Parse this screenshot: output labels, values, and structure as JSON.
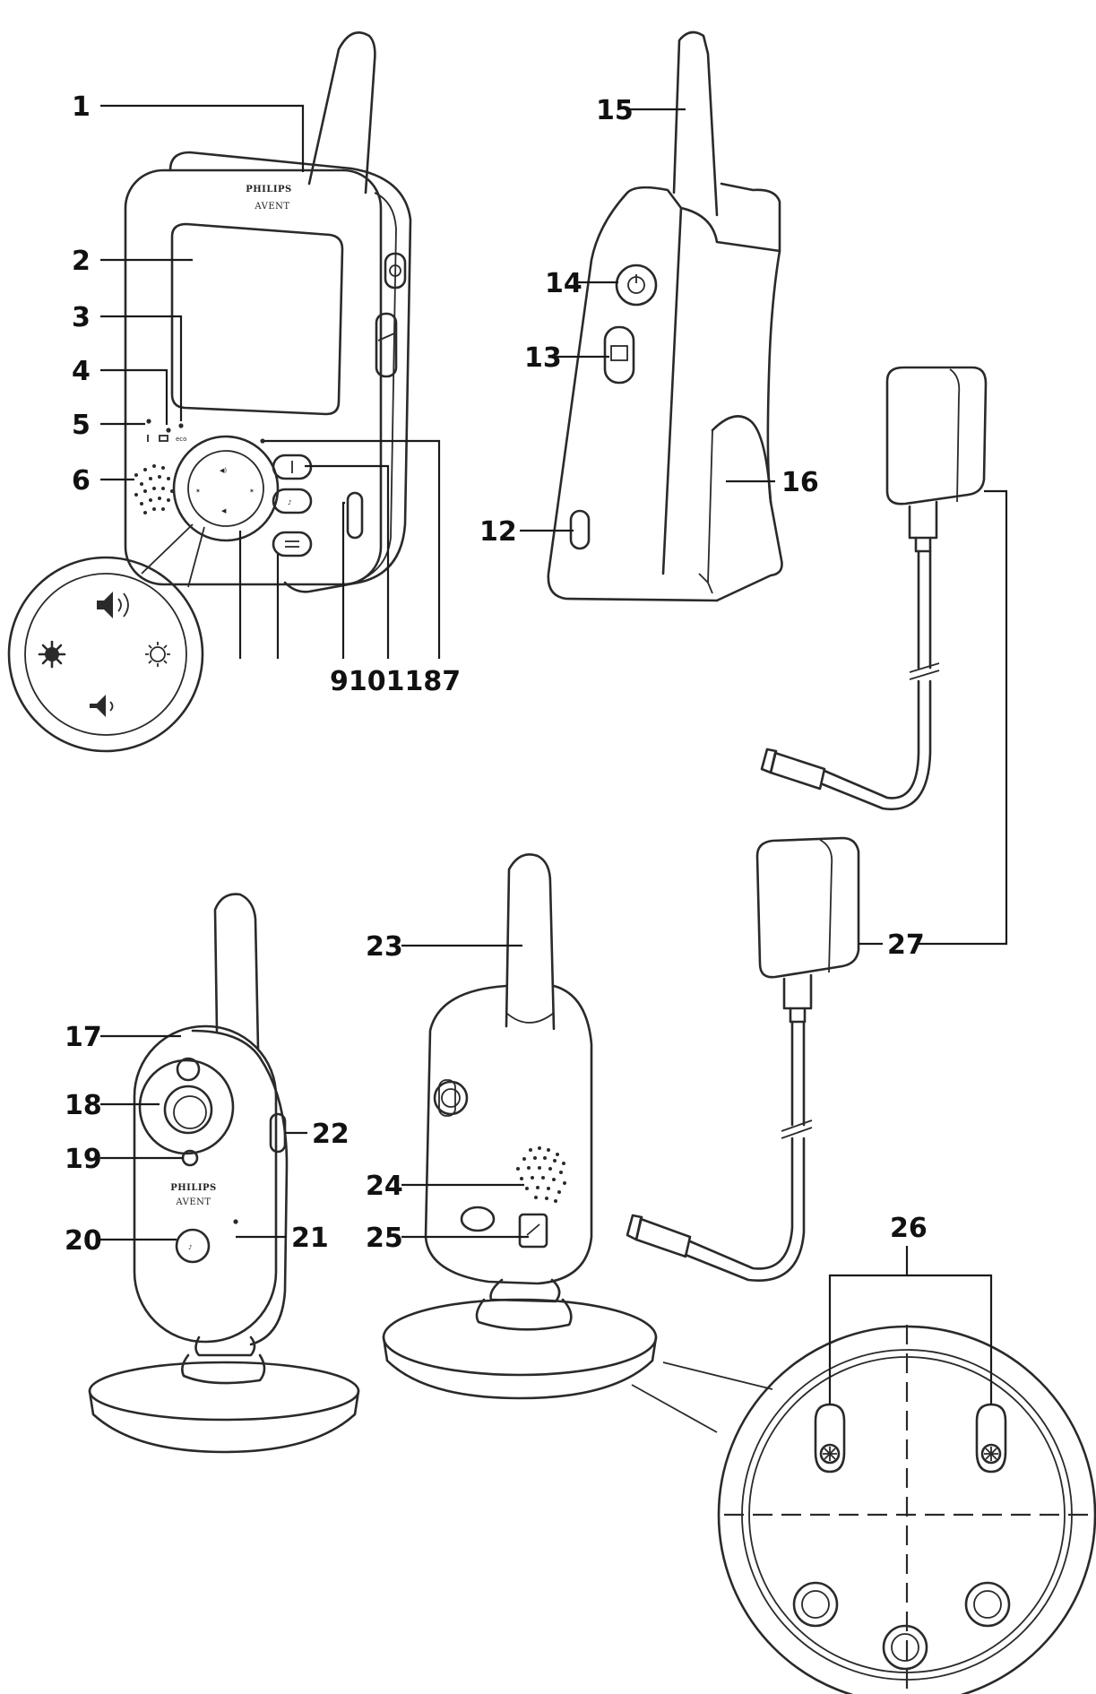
{
  "brand": {
    "line1": "PHILIPS",
    "line2": "AVENT"
  },
  "eco_label": "eco",
  "callouts": [
    {
      "id": "1",
      "label": "1"
    },
    {
      "id": "2",
      "label": "2"
    },
    {
      "id": "3",
      "label": "3"
    },
    {
      "id": "4",
      "label": "4"
    },
    {
      "id": "5",
      "label": "5"
    },
    {
      "id": "6",
      "label": "6"
    },
    {
      "id": "9101187",
      "label": "9101187"
    },
    {
      "id": "12",
      "label": "12"
    },
    {
      "id": "13",
      "label": "13"
    },
    {
      "id": "14",
      "label": "14"
    },
    {
      "id": "15",
      "label": "15"
    },
    {
      "id": "16",
      "label": "16"
    },
    {
      "id": "17",
      "label": "17"
    },
    {
      "id": "18",
      "label": "18"
    },
    {
      "id": "19",
      "label": "19"
    },
    {
      "id": "20",
      "label": "20"
    },
    {
      "id": "21",
      "label": "21"
    },
    {
      "id": "22",
      "label": "22"
    },
    {
      "id": "23",
      "label": "23"
    },
    {
      "id": "24",
      "label": "24"
    },
    {
      "id": "25",
      "label": "25"
    },
    {
      "id": "26",
      "label": "26"
    },
    {
      "id": "27",
      "label": "27"
    }
  ]
}
